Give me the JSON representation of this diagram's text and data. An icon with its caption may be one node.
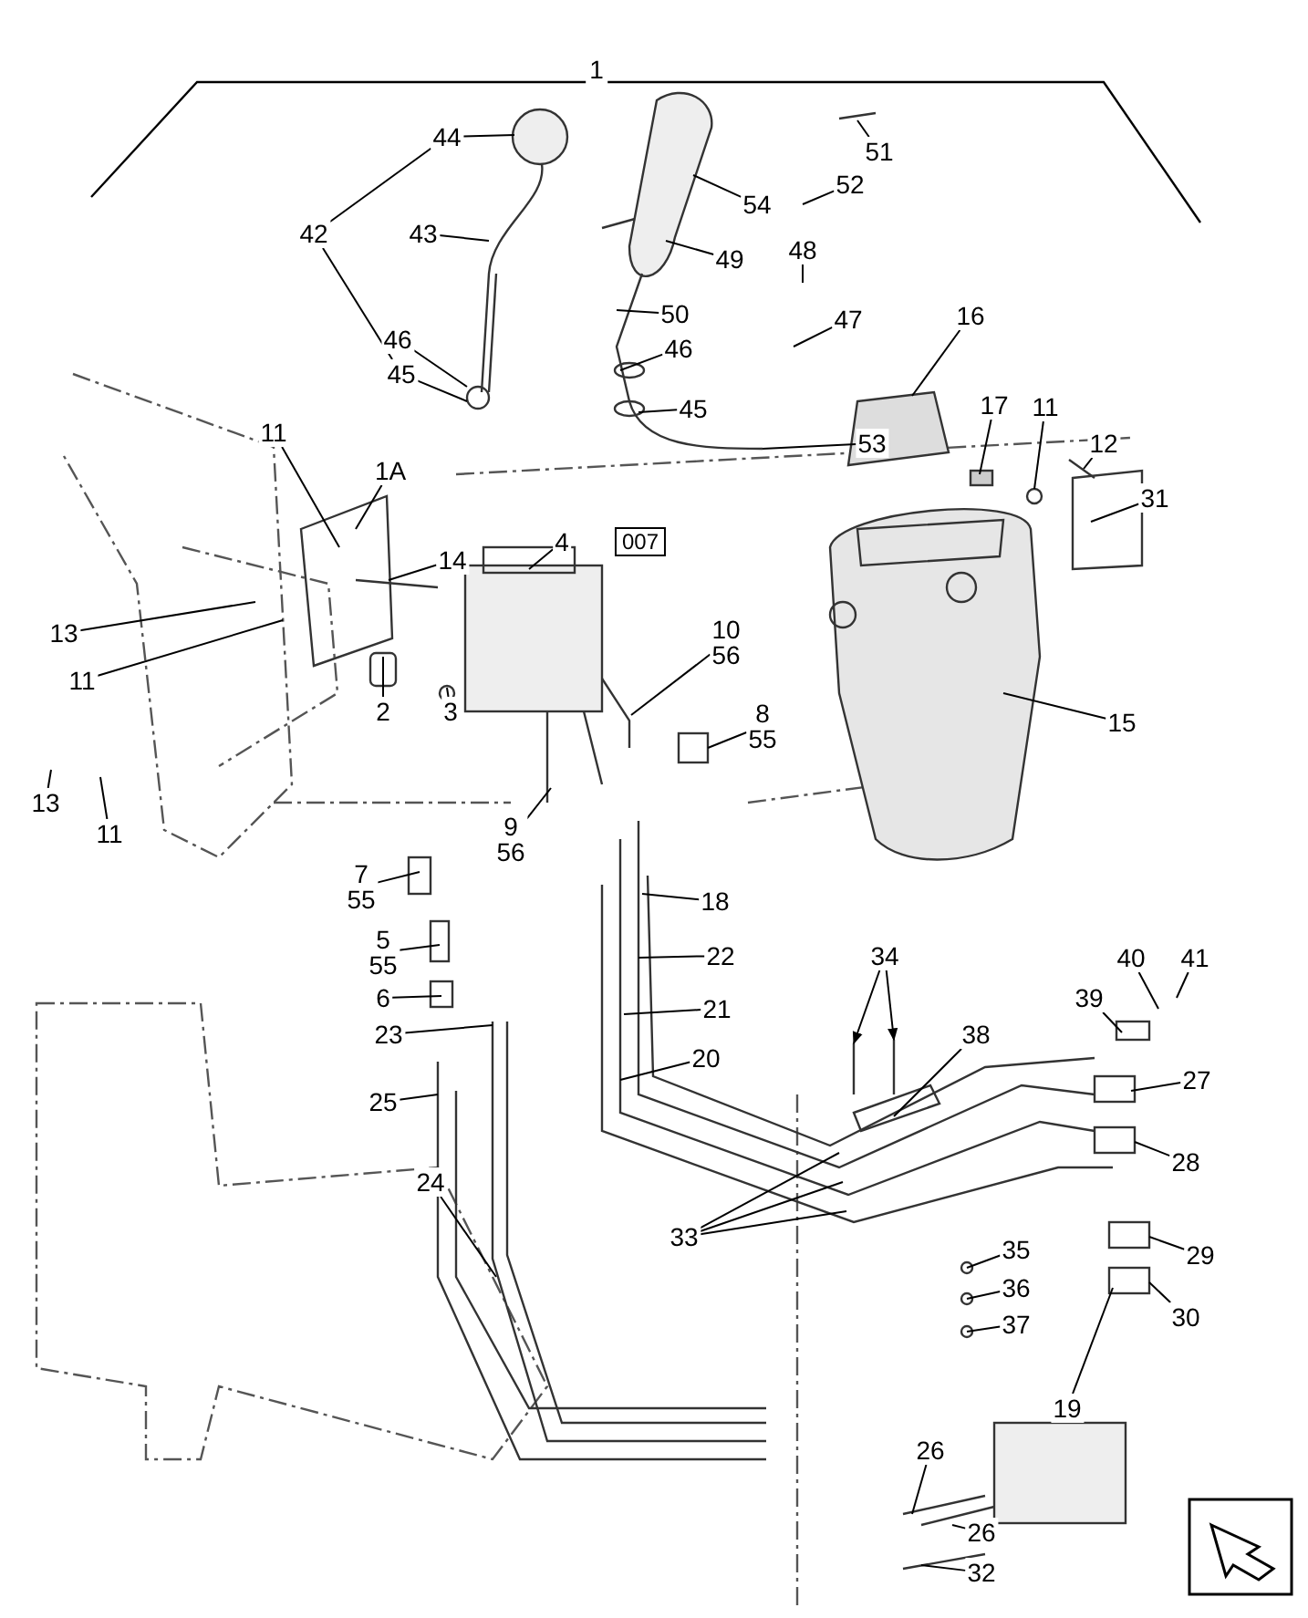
{
  "diagram": {
    "nodes": [
      {
        "text": [
          "44"
        ]
      },
      {
        "text": [
          "42"
        ]
      },
      {
        "text": [
          "43"
        ]
      },
      {
        "text": [
          "46"
        ]
      },
      {
        "text": [
          "45"
        ]
      },
      {
        "text": [
          "51"
        ]
      },
      {
        "text": [
          "52"
        ]
      },
      {
        "text": [
          "54"
        ]
      },
      {
        "text": [
          "49"
        ]
      },
      {
        "text": [
          "48"
        ]
      },
      {
        "text": [
          "50"
        ]
      },
      {
        "text": [
          "47"
        ]
      },
      {
        "text": [
          "46"
        ]
      },
      {
        "text": [
          "45"
        ]
      },
      {
        "text": [
          "53"
        ]
      },
      {
        "text": [
          "16"
        ]
      },
      {
        "text": [
          "17"
        ]
      },
      {
        "text": [
          "11"
        ]
      },
      {
        "text": [
          "12"
        ]
      },
      {
        "text": [
          "31"
        ]
      },
      {
        "text": [
          "1A"
        ]
      },
      {
        "text": [
          "11"
        ]
      },
      {
        "text": [
          "14"
        ]
      },
      {
        "text": [
          "4"
        ]
      },
      {
        "text": [
          "007"
        ]
      },
      {
        "text": [
          "10",
          "56"
        ]
      },
      {
        "text": [
          "13"
        ]
      },
      {
        "text": [
          "11"
        ]
      },
      {
        "text": [
          "2"
        ]
      },
      {
        "text": [
          "3"
        ]
      },
      {
        "text": [
          "8",
          "55"
        ]
      },
      {
        "text": [
          "15"
        ]
      },
      {
        "text": [
          "9",
          "56"
        ]
      },
      {
        "text": [
          "13"
        ]
      },
      {
        "text": [
          "11"
        ]
      },
      {
        "text": [
          "7",
          "55"
        ]
      },
      {
        "text": [
          "5",
          "55"
        ]
      },
      {
        "text": [
          "18"
        ]
      },
      {
        "text": [
          "22"
        ]
      },
      {
        "text": [
          "6"
        ]
      },
      {
        "text": [
          "23"
        ]
      },
      {
        "text": [
          "21"
        ]
      },
      {
        "text": [
          "34"
        ]
      },
      {
        "text": [
          "20"
        ]
      },
      {
        "text": [
          "25"
        ]
      },
      {
        "text": [
          "38"
        ]
      },
      {
        "text": [
          "39"
        ]
      },
      {
        "text": [
          "40"
        ]
      },
      {
        "text": [
          "41"
        ]
      },
      {
        "text": [
          "27"
        ]
      },
      {
        "text": [
          "24"
        ]
      },
      {
        "text": [
          "28"
        ]
      },
      {
        "text": [
          "33"
        ]
      },
      {
        "text": [
          "35"
        ]
      },
      {
        "text": [
          "36"
        ]
      },
      {
        "text": [
          "37"
        ]
      },
      {
        "text": [
          "29"
        ]
      },
      {
        "text": [
          "30"
        ]
      },
      {
        "text": [
          "19"
        ]
      },
      {
        "text": [
          "26"
        ]
      },
      {
        "text": [
          "26"
        ]
      },
      {
        "text": [
          "32"
        ]
      }
    ],
    "edges": [
      {
        "from": 0,
        "to": null,
        "arrow": "none"
      },
      {
        "from": 1,
        "to": 0,
        "arrow": "none"
      },
      {
        "from": 1,
        "to": 4,
        "arrow": "none"
      },
      {
        "from": 2,
        "to": null,
        "arrow": "none"
      },
      {
        "from": 3,
        "to": null,
        "arrow": "none"
      },
      {
        "from": 4,
        "to": null,
        "arrow": "none"
      },
      {
        "from": 5,
        "to": null,
        "arrow": "none"
      },
      {
        "from": 6,
        "to": null,
        "arrow": "none"
      },
      {
        "from": 7,
        "to": null,
        "arrow": "none"
      },
      {
        "from": 8,
        "to": null,
        "arrow": "none"
      },
      {
        "from": 9,
        "to": null,
        "arrow": "none"
      },
      {
        "from": 10,
        "to": null,
        "arrow": "none"
      },
      {
        "from": 11,
        "to": null,
        "arrow": "none"
      },
      {
        "from": 12,
        "to": null,
        "arrow": "none"
      },
      {
        "from": 13,
        "to": null,
        "arrow": "none"
      },
      {
        "from": 14,
        "to": null,
        "arrow": "none"
      },
      {
        "from": 15,
        "to": null,
        "arrow": "none"
      },
      {
        "from": 16,
        "to": null,
        "arrow": "none"
      },
      {
        "from": 17,
        "to": null,
        "arrow": "none"
      },
      {
        "from": 18,
        "to": null,
        "arrow": "none"
      },
      {
        "from": 19,
        "to": null,
        "arrow": "none"
      },
      {
        "from": 20,
        "to": null,
        "arrow": "none"
      },
      {
        "from": 21,
        "to": null,
        "arrow": "none"
      },
      {
        "from": 22,
        "to": null,
        "arrow": "none"
      },
      {
        "from": 23,
        "to": null,
        "arrow": "none"
      },
      {
        "from": 25,
        "to": null,
        "arrow": "none"
      },
      {
        "from": 26,
        "to": null,
        "arrow": "none"
      },
      {
        "from": 27,
        "to": null,
        "arrow": "none"
      },
      {
        "from": 28,
        "to": null,
        "arrow": "none"
      },
      {
        "from": 29,
        "to": null,
        "arrow": "none"
      },
      {
        "from": 30,
        "to": null,
        "arrow": "none"
      },
      {
        "from": 31,
        "to": null,
        "arrow": "none"
      },
      {
        "from": 32,
        "to": null,
        "arrow": "none"
      },
      {
        "from": 33,
        "to": null,
        "arrow": "none"
      },
      {
        "from": 34,
        "to": null,
        "arrow": "none"
      },
      {
        "from": 35,
        "to": null,
        "arrow": "none"
      },
      {
        "from": 36,
        "to": null,
        "arrow": "none"
      },
      {
        "from": 37,
        "to": null,
        "arrow": "none"
      },
      {
        "from": 38,
        "to": null,
        "arrow": "none"
      },
      {
        "from": 39,
        "to": null,
        "arrow": "none"
      },
      {
        "from": 40,
        "to": null,
        "arrow": "none"
      },
      {
        "from": 41,
        "to": null,
        "arrow": "none"
      },
      {
        "from": 42,
        "to": null,
        "arrow": "to"
      },
      {
        "from": 42,
        "to": null,
        "arrow": "to"
      },
      {
        "from": 43,
        "to": null,
        "arrow": "none"
      },
      {
        "from": 44,
        "to": null,
        "arrow": "none"
      },
      {
        "from": 45,
        "to": null,
        "arrow": "none"
      },
      {
        "from": 46,
        "to": null,
        "arrow": "none"
      },
      {
        "from": 47,
        "to": null,
        "arrow": "none"
      },
      {
        "from": 48,
        "to": null,
        "arrow": "none"
      },
      {
        "from": 49,
        "to": null,
        "arrow": "none"
      },
      {
        "from": 50,
        "to": null,
        "arrow": "none"
      },
      {
        "from": 51,
        "to": null,
        "arrow": "none"
      },
      {
        "from": 52,
        "to": null,
        "arrow": "none"
      },
      {
        "from": 52,
        "to": null,
        "arrow": "none"
      },
      {
        "from": 52,
        "to": null,
        "arrow": "none"
      },
      {
        "from": 53,
        "to": null,
        "arrow": "none"
      },
      {
        "from": 54,
        "to": null,
        "arrow": "none"
      },
      {
        "from": 55,
        "to": null,
        "arrow": "none"
      },
      {
        "from": 56,
        "to": null,
        "arrow": "none"
      },
      {
        "from": 57,
        "to": null,
        "arrow": "none"
      },
      {
        "from": 58,
        "to": null,
        "arrow": "none"
      },
      {
        "from": 59,
        "to": null,
        "arrow": "none"
      },
      {
        "from": 60,
        "to": null,
        "arrow": "none"
      },
      {
        "from": 61,
        "to": null,
        "arrow": "none"
      }
    ],
    "labels": [
      "1"
    ]
  }
}
